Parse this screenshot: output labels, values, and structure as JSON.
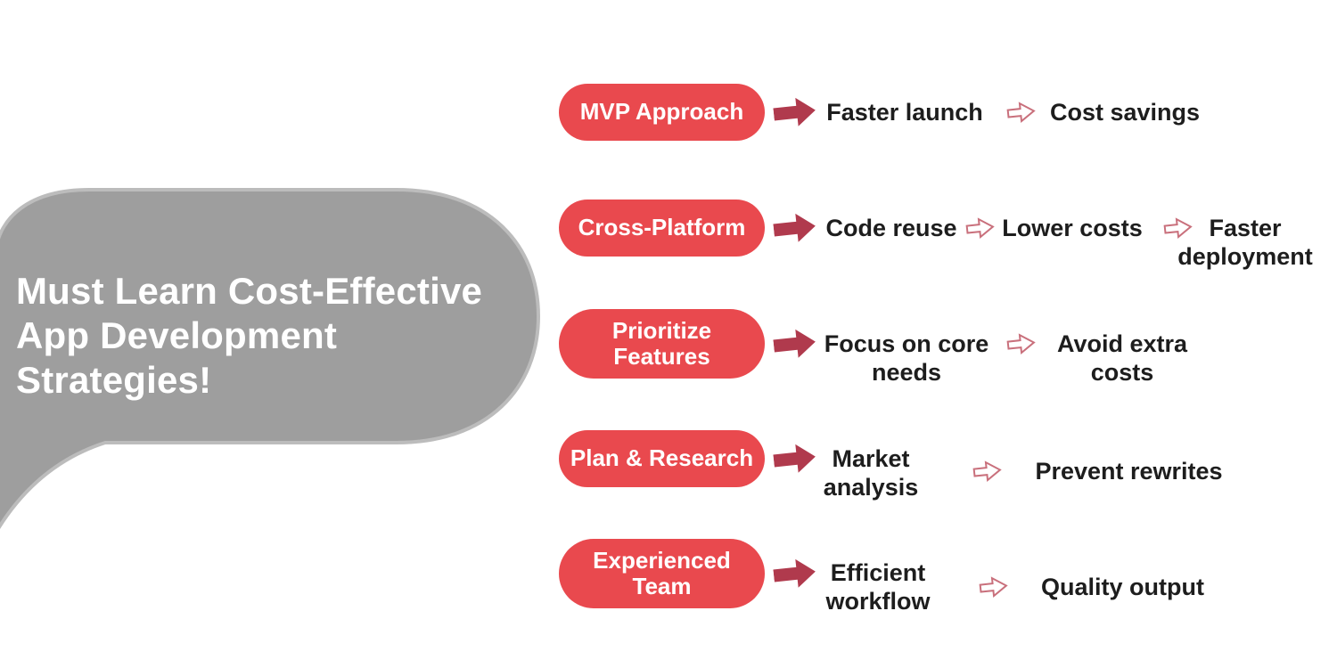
{
  "title": "Must Learn Cost-Effective App Development Strategies!",
  "headline": {
    "lines": [
      "Must Learn Cost-Effective",
      "App Development",
      "Strategies!"
    ]
  },
  "rows": [
    {
      "pill": "MVP Approach",
      "steps": [
        "Faster launch",
        "Cost savings"
      ]
    },
    {
      "pill": "Cross-Platform",
      "steps": [
        "Code reuse",
        "Lower costs",
        "Faster deployment"
      ]
    },
    {
      "pill": "Prioritize Features",
      "steps": [
        "Focus on core needs",
        "Avoid extra costs"
      ]
    },
    {
      "pill": "Plan & Research",
      "steps": [
        "Market analysis",
        "Prevent rewrites"
      ]
    },
    {
      "pill": "Experienced Team",
      "steps": [
        "Efficient workflow",
        "Quality output"
      ]
    }
  ],
  "colors": {
    "background": "#ffffff",
    "bubble_fill": "#9e9e9e",
    "bubble_edge": "#bcbcbc",
    "headline_text": "#ffffff",
    "pill_fill": "#e9494e",
    "pill_text": "#ffffff",
    "solid_arrow": "#b03a4d",
    "outline_arrow": "#c9707c",
    "step_text": "#1d1d1d"
  },
  "icons": {
    "solid_arrow": "right-block-arrow-icon",
    "outline_arrow": "right-outline-arrow-icon"
  }
}
